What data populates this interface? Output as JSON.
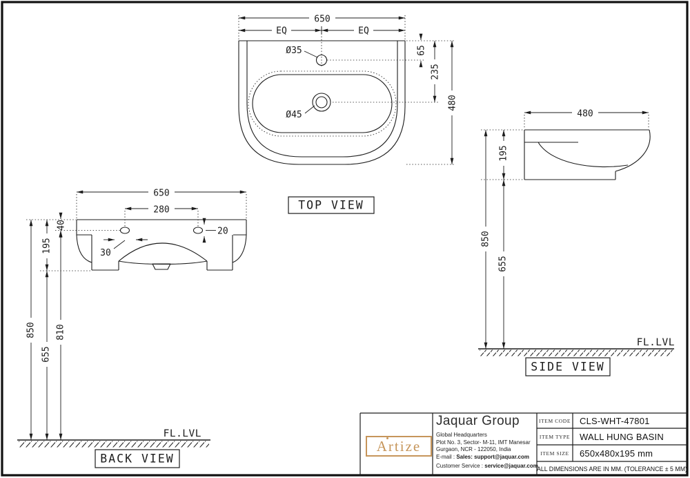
{
  "drawing": {
    "top_view": {
      "label": "TOP VIEW",
      "dim_width": "650",
      "dim_eq_left": "EQ",
      "dim_eq_right": "EQ",
      "tap_hole_dia": "Ø35",
      "waste_hole_dia": "Ø45",
      "dim_tap_offset": "65",
      "dim_waste_offset": "235",
      "dim_depth": "480"
    },
    "back_view": {
      "label": "BACK VIEW",
      "floor_level": "FL.LVL",
      "dim_width": "650",
      "dim_hole_spacing": "280",
      "dim_hole_from_top": "40",
      "dim_hole_width": "30",
      "dim_hole_offset": "20",
      "dim_basin_height": "195",
      "dim_rim_height": "850",
      "dim_hole_height": "810",
      "dim_clearance": "655"
    },
    "side_view": {
      "label": "SIDE VIEW",
      "floor_level": "FL.LVL",
      "dim_depth": "480",
      "dim_basin_height": "195",
      "dim_rim_height": "850",
      "dim_clearance": "655"
    }
  },
  "title_block": {
    "brand_logo": "Artize",
    "brand_gold": "#c6955a",
    "company": "Jaquar Group",
    "address": [
      "Global Headquarters",
      "Plot No. 3, Sector- M-11, IMT Manesar",
      "Gurgaon, NCR - 122050, India"
    ],
    "email_label": "E-mail : ",
    "email_value": "Sales: support@jaquar.com",
    "cs_label": "Customer Service : ",
    "cs_value": "service@jaquar.com",
    "rows": [
      {
        "label": "ITEM CODE",
        "value": "CLS-WHT-47801"
      },
      {
        "label": "ITEM TYPE",
        "value": "WALL HUNG BASIN"
      },
      {
        "label": "ITEM SIZE",
        "value": "650x480x195 mm"
      }
    ],
    "note": "ALL DIMENSIONS ARE IN MM. (TOLERANCE ± 5 MM)"
  }
}
